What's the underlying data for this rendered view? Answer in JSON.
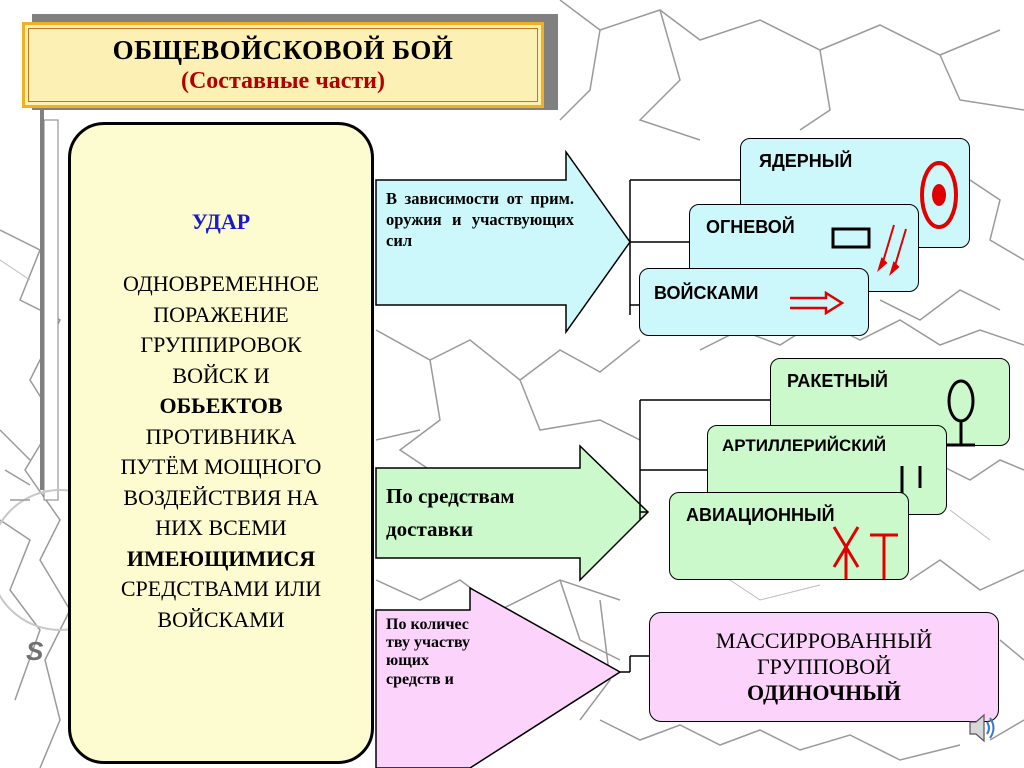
{
  "title": {
    "main": "ОБЩЕВОЙСКОВОЙ  БОЙ",
    "sub": "(Составные части)"
  },
  "main_box": {
    "head": "УДАР",
    "lines": [
      {
        "text": "ОДНОВРЕМЕННОЕ",
        "bold": false
      },
      {
        "text": "ПОРАЖЕНИЕ",
        "bold": false
      },
      {
        "text": "ГРУППИРОВОК",
        "bold": false
      },
      {
        "text": "ВОЙСК И",
        "bold": false
      },
      {
        "text": "ОБЬЕКТОВ",
        "bold": true
      },
      {
        "text": "ПРОТИВНИКА",
        "bold": false
      },
      {
        "text": "ПУТЁМ МОЩНОГО",
        "bold": false
      },
      {
        "text": "ВОЗДЕЙСТВИЯ НА",
        "bold": false
      },
      {
        "text": "НИХ ВСЕМИ",
        "bold": false
      },
      {
        "text": "ИМЕЮЩИМИСЯ",
        "bold": true
      },
      {
        "text": "СРЕДСТВАМИ ИЛИ",
        "bold": false
      },
      {
        "text": "ВОЙСКАМИ",
        "bold": false
      }
    ]
  },
  "arrows": {
    "by_weapon": "В зависимости от прим. оружия и участвующих сил",
    "by_delivery": "По средствам доставки",
    "by_quantity": "По количес тву участву ющих средств и"
  },
  "boxes": {
    "yadernyi": "ЯДЕРНЫЙ",
    "ognevoi": "ОГНЕВОЙ",
    "voiskami": "ВОЙСКАМИ",
    "raketnyi": "РАКЕТНЫЙ",
    "artilleriyskiy": "АРТИЛЛЕРИЙСКИЙ",
    "aviatsionnyi": "АВИАЦИОННЫЙ",
    "mass_line1": "МАССИРРОВАННЫЙ",
    "mass_line2": "ГРУППОВОЙ",
    "mass_line3": "ОДИНОЧНЫЙ"
  },
  "compass_label": "S",
  "colors": {
    "title_fill": "#fdf0b4",
    "title_border": "#f0b020",
    "main_fill": "#fdfbd0",
    "cyan": "#ccf7fb",
    "green": "#ccf9cc",
    "pink": "#fcd4fb",
    "symbol_red": "#e00000"
  },
  "icons": [
    "nuclear-target-icon",
    "fire-arrows-icon",
    "troops-arrow-icon",
    "missile-icon",
    "artillery-icon",
    "aviation-icon",
    "speaker-icon",
    "compass-icon"
  ]
}
